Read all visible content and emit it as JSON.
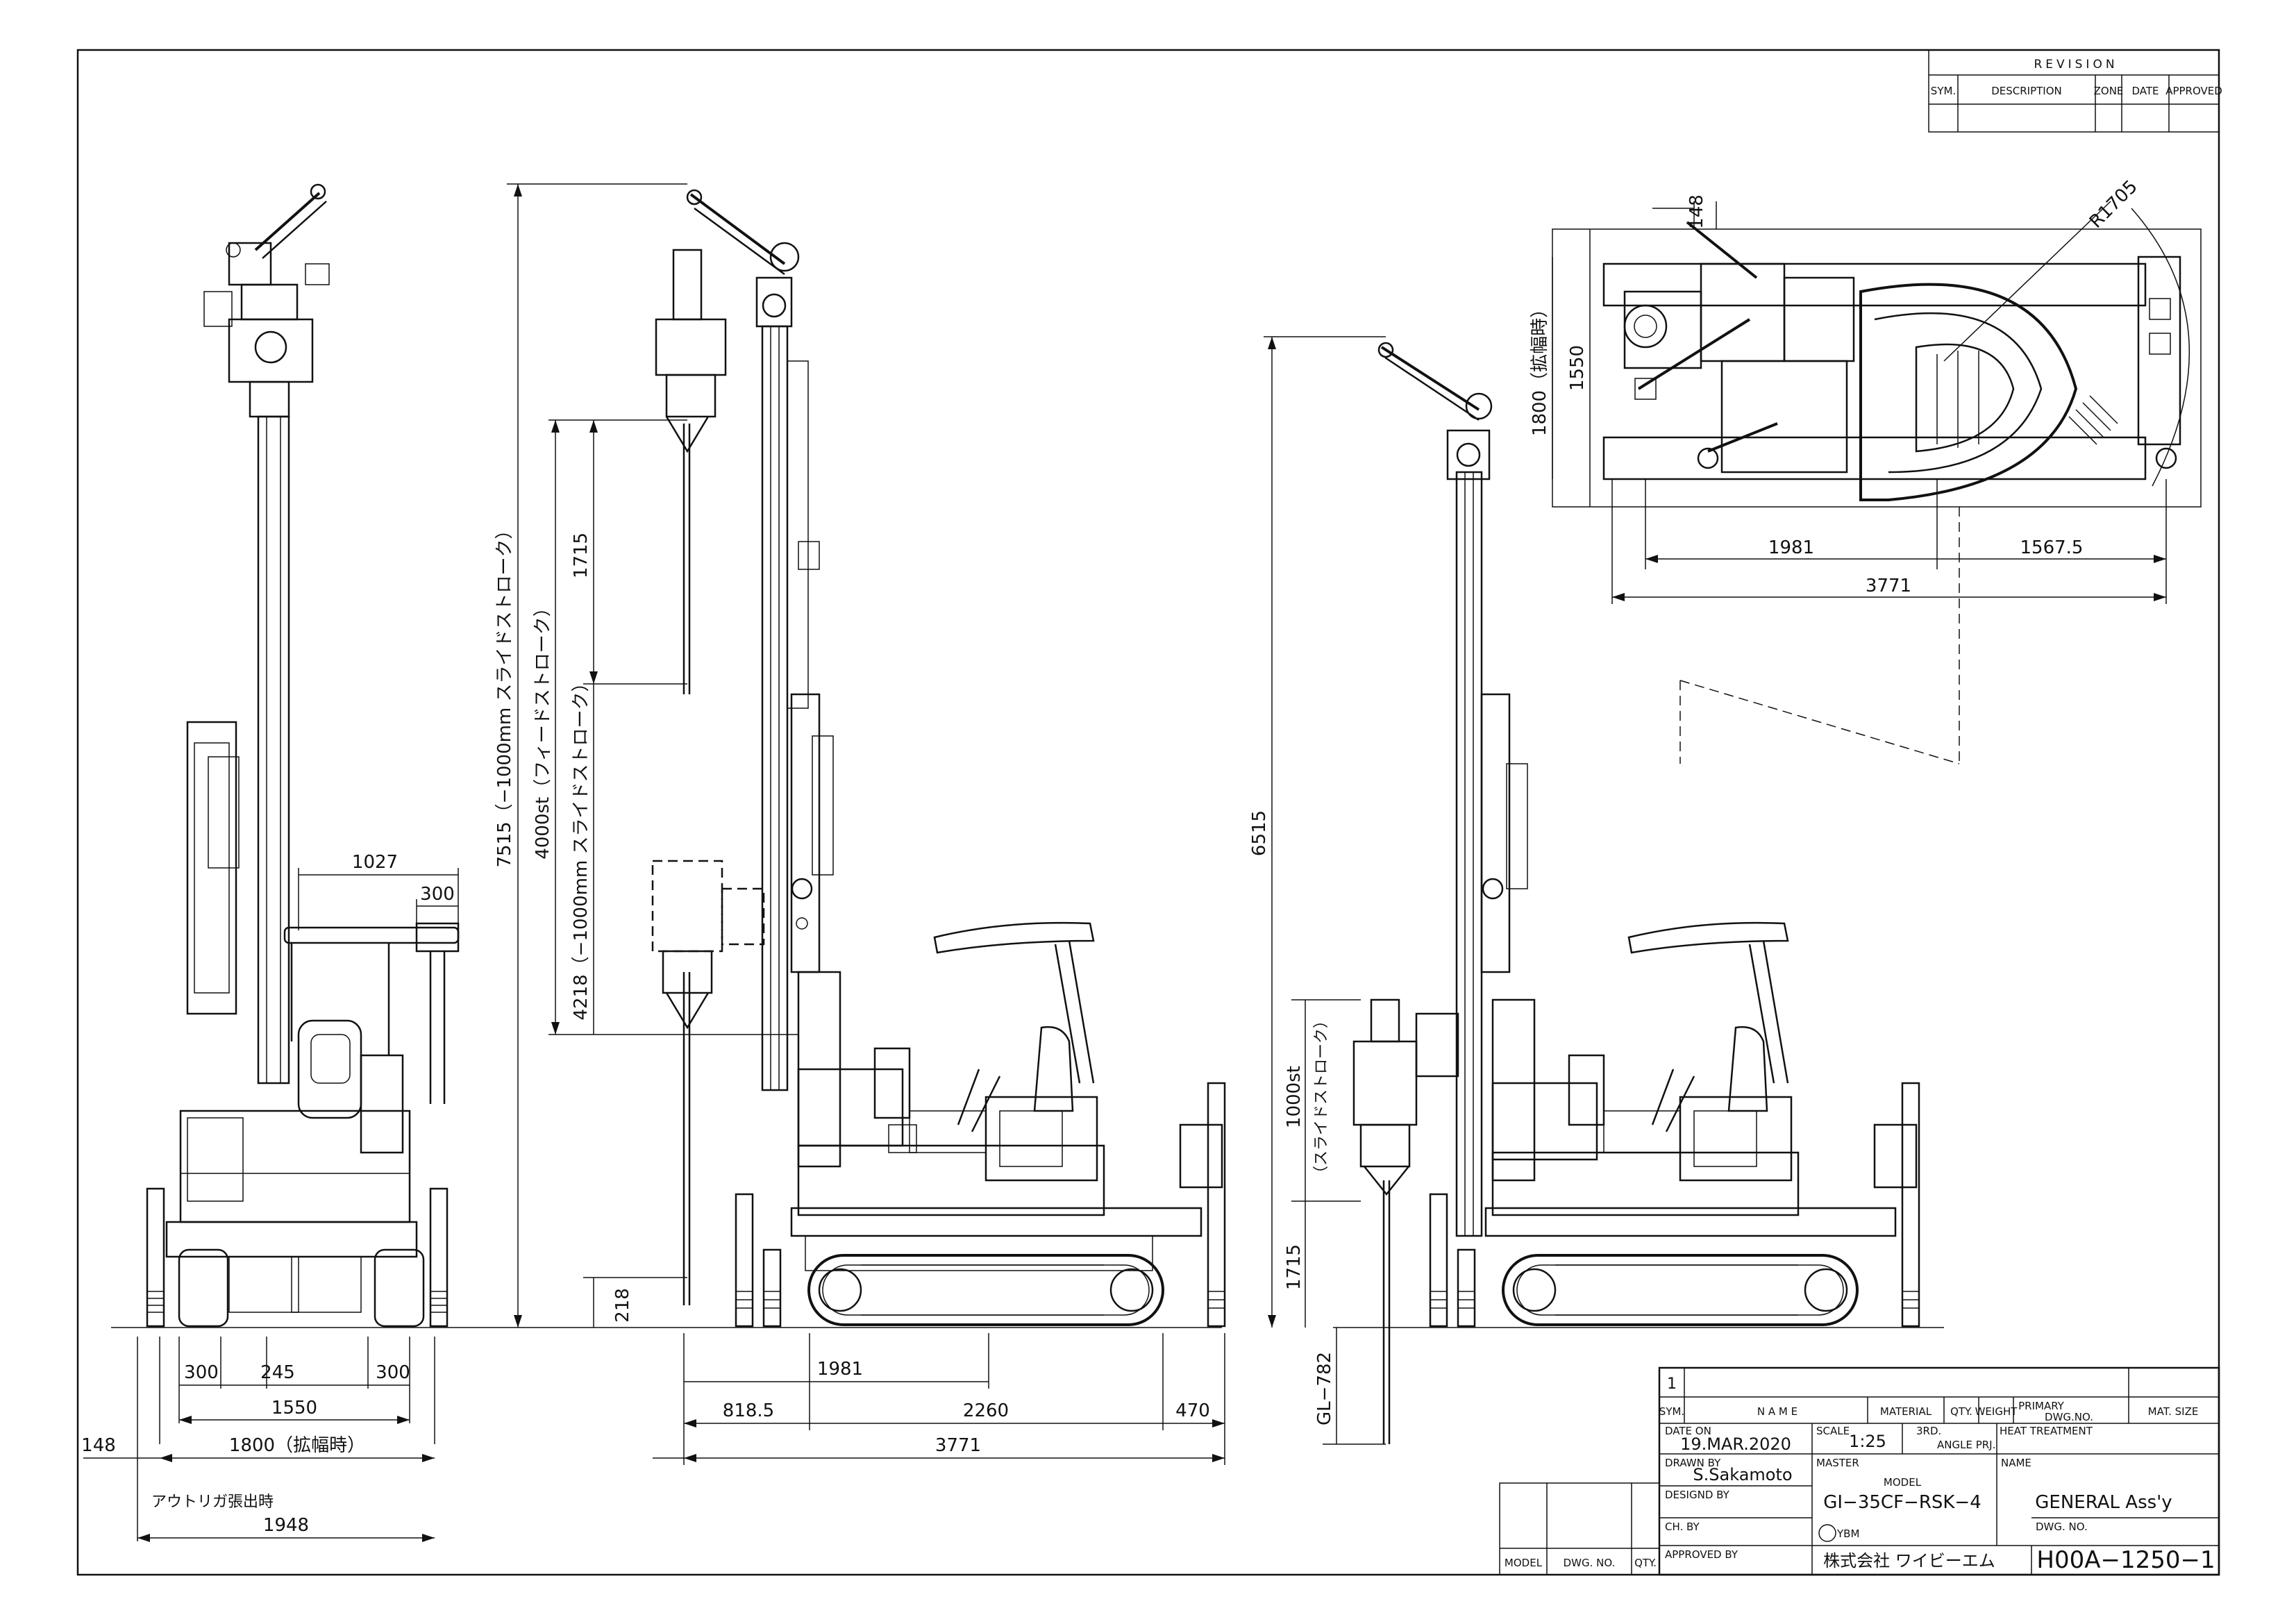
{
  "revision_block": {
    "title": "REVISION",
    "columns": [
      "SYM.",
      "DESCRIPTION",
      "ZONE",
      "DATE",
      "APPROVED"
    ]
  },
  "dimensions": {
    "front_view": {
      "d1027": "1027",
      "d300_top": "300",
      "d300_left": "300",
      "d245": "245",
      "d300_right": "300",
      "d1550": "1550",
      "d1800": "1800（拡幅時）",
      "d148": "148",
      "outrigger_note": "アウトリガ張出時",
      "d1948": "1948"
    },
    "side_view_left": {
      "d7515": "7515（−1000mm スライドストローク）",
      "d4000": "4000st（フィードストローク）",
      "d1715": "1715",
      "d4218": "4218（−1000mm スライドストローク）",
      "d218": "218",
      "d1981": "1981",
      "d818_5": "818.5",
      "d2260": "2260",
      "d470": "470",
      "d3771": "3771"
    },
    "side_view_right": {
      "d6515": "6515",
      "d1000st": "1000st",
      "d1000st_note": "（スライドストローク）",
      "d1715": "1715",
      "dGL782": "GL−782"
    },
    "plan_view": {
      "d148": "148",
      "dR1705": "R1705",
      "d1550": "1550",
      "d1800": "1800（拡幅時）",
      "d1981": "1981",
      "d1567_5": "1567.5",
      "d3771": "3771"
    }
  },
  "title_block": {
    "parts_row_number": "1",
    "headers": {
      "sym": "SYM.",
      "name": "N A M E",
      "material": "MATERIAL",
      "qty": "QTY.",
      "weight": "WEIGHT",
      "primary": "PRIMARY",
      "primary_sub": "DWG.NO.",
      "mat_size": "MAT. SIZE"
    },
    "date_label": "DATE ON",
    "date_value": "19.MAR.2020",
    "scale_label": "SCALE",
    "scale_value": "1:25",
    "projection_label": "3RD.",
    "projection_sub": "ANGLE PRJ.",
    "heat_label": "HEAT TREATMENT",
    "drawn_label": "DRAWN BY",
    "drawn_value": "S.Sakamoto",
    "master_label": "MASTER",
    "model_label": "MODEL",
    "model_value": "GI−35CF−RSK−4",
    "name_label": "NAME",
    "name_value": "GENERAL Ass'y",
    "design_label": "DESIGND BY",
    "check_label": "CH. BY",
    "approved_label": "APPROVED BY",
    "company_logo": "YBM",
    "company_name": "株式会社 ワイビーエム",
    "dwg_no_label": "DWG. NO.",
    "dwg_no_value": "H00A−1250−1",
    "bottom_left_headers": [
      "MODEL",
      "DWG. NO.",
      "QTY."
    ]
  }
}
